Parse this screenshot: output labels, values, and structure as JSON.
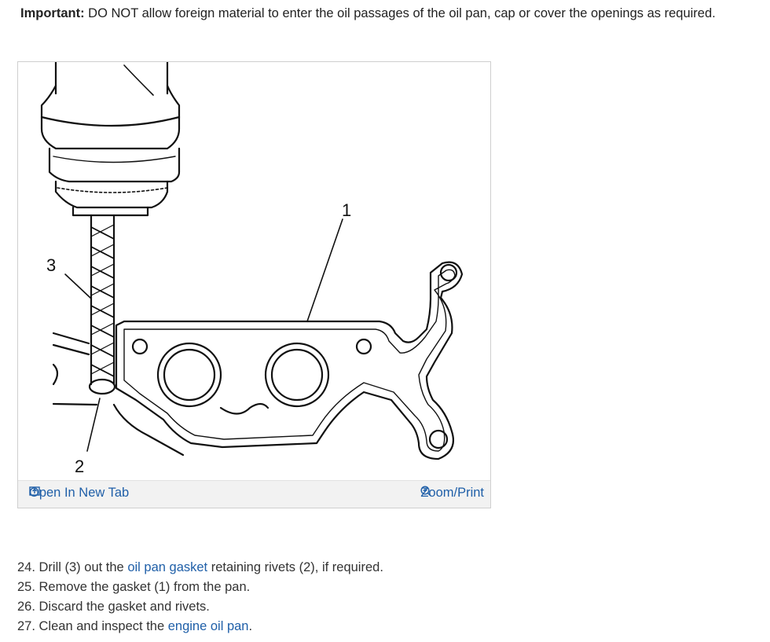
{
  "notice": {
    "label": "Important:",
    "text": " DO NOT allow foreign material to enter the oil passages of the oil pan, cap or cover the openings as required."
  },
  "figure": {
    "callouts": {
      "c1": "1",
      "c2": "2",
      "c3": "3"
    },
    "open_tab_label": "Open In New Tab",
    "zoom_label": "Zoom/Print",
    "icons": {
      "open": "open-new-tab-icon",
      "zoom": "zoom-in-icon"
    }
  },
  "steps": [
    {
      "pre": "24. Drill (3) out the ",
      "link": "oil pan gasket",
      "post": " retaining rivets (2), if required."
    },
    {
      "pre": "25. Remove the gasket (1) from the pan.",
      "link": "",
      "post": ""
    },
    {
      "pre": "26. Discard the gasket and rivets.",
      "link": "",
      "post": ""
    },
    {
      "pre": "27. Clean and inspect the ",
      "link": "engine oil pan",
      "post": "."
    }
  ],
  "colors": {
    "link": "#1f5fa8",
    "text": "#333333",
    "bar": "#f2f2f2"
  }
}
